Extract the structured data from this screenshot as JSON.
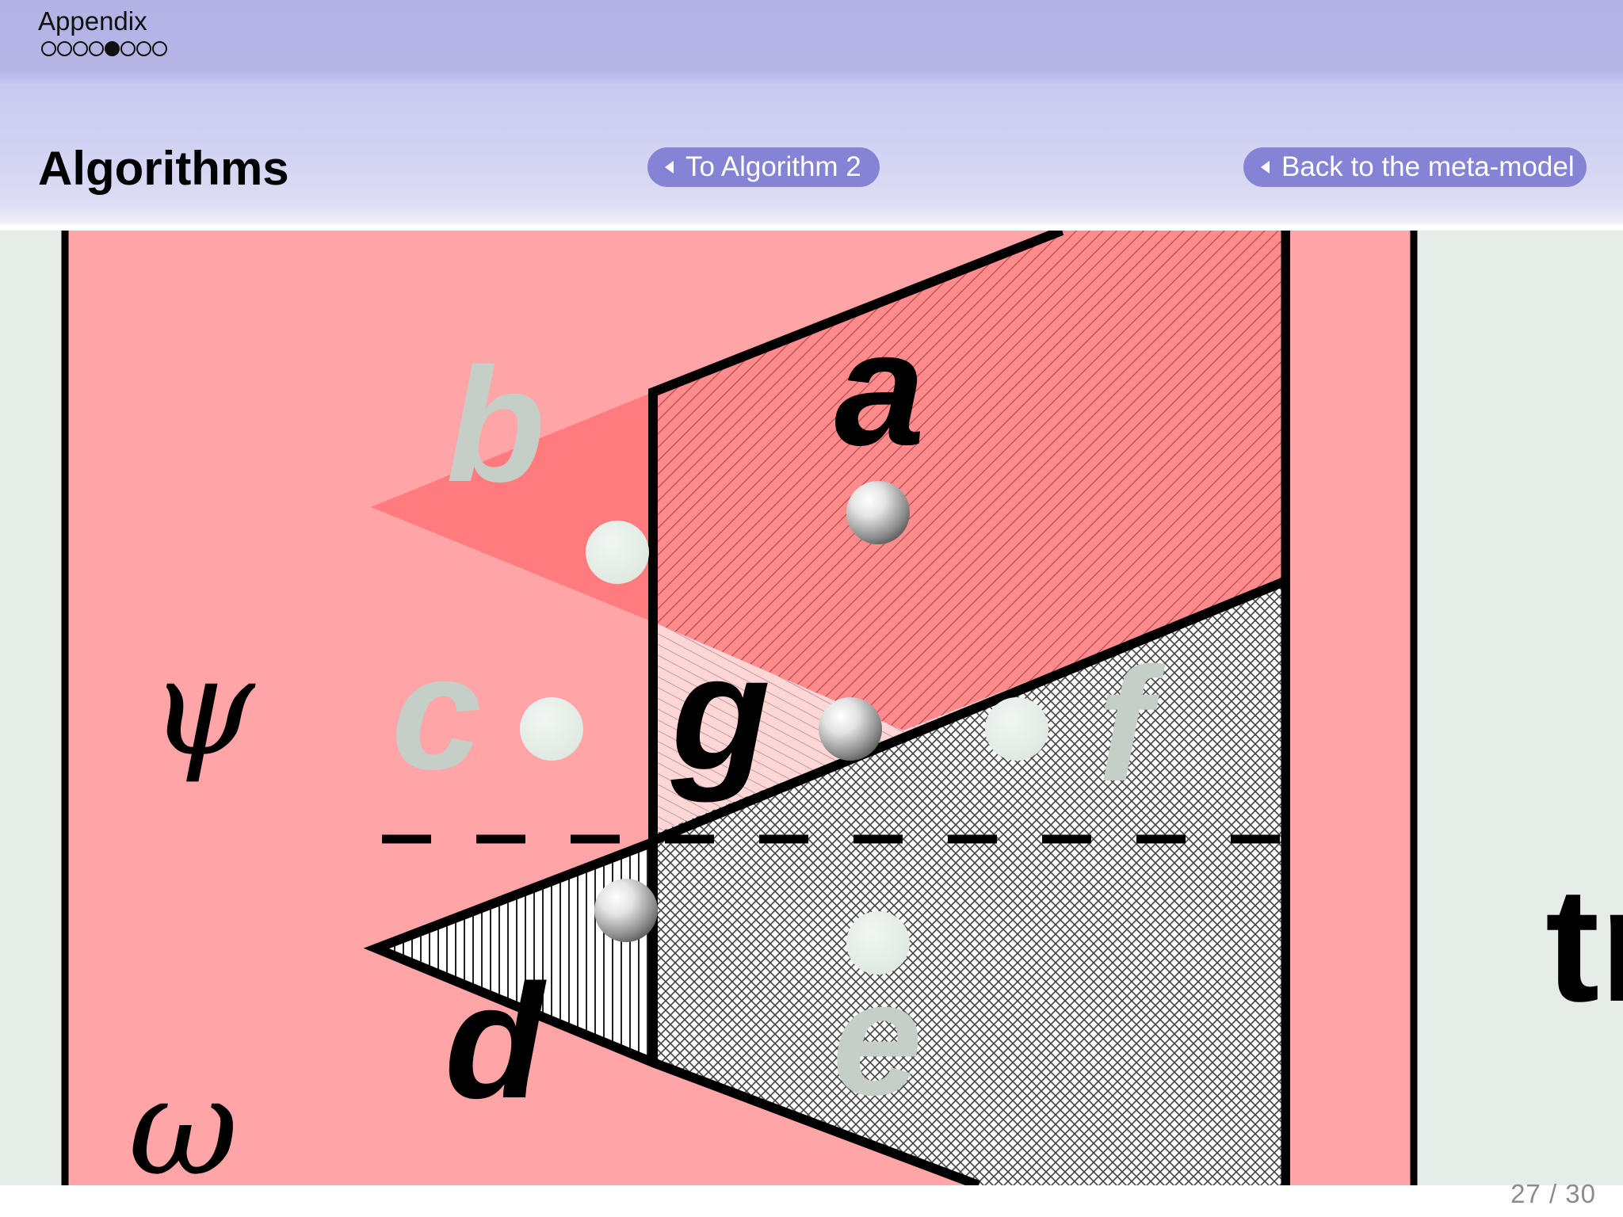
{
  "header": {
    "section": "Appendix",
    "nav_dots": [
      false,
      false,
      false,
      false,
      true,
      false,
      false,
      false
    ],
    "title": "Algorithms"
  },
  "buttons": {
    "to_algorithm": "To Algorithm 2",
    "back_meta": "Back to the meta-model"
  },
  "figure": {
    "region_labels": {
      "a": "a",
      "b": "b",
      "c": "c",
      "d": "d",
      "e": "e",
      "f": "f",
      "g": "g"
    },
    "greek": {
      "psi": "ψ",
      "omega": "ω"
    },
    "cut_text": "tr"
  },
  "footer": {
    "page": "27 / 30"
  },
  "colors": {
    "header_top": "#b4b3e6",
    "header_bottom": "#d3d3f3",
    "button": "#8583d6",
    "pink_panel": "#ffa5a8",
    "grey_panel": "#e6ece8",
    "highlight_red": "#ff7b7d",
    "faded_label": "#c6cec8"
  },
  "icons": {
    "button_arrow": "triangle-left-icon",
    "sphere": "sphere-icon"
  }
}
